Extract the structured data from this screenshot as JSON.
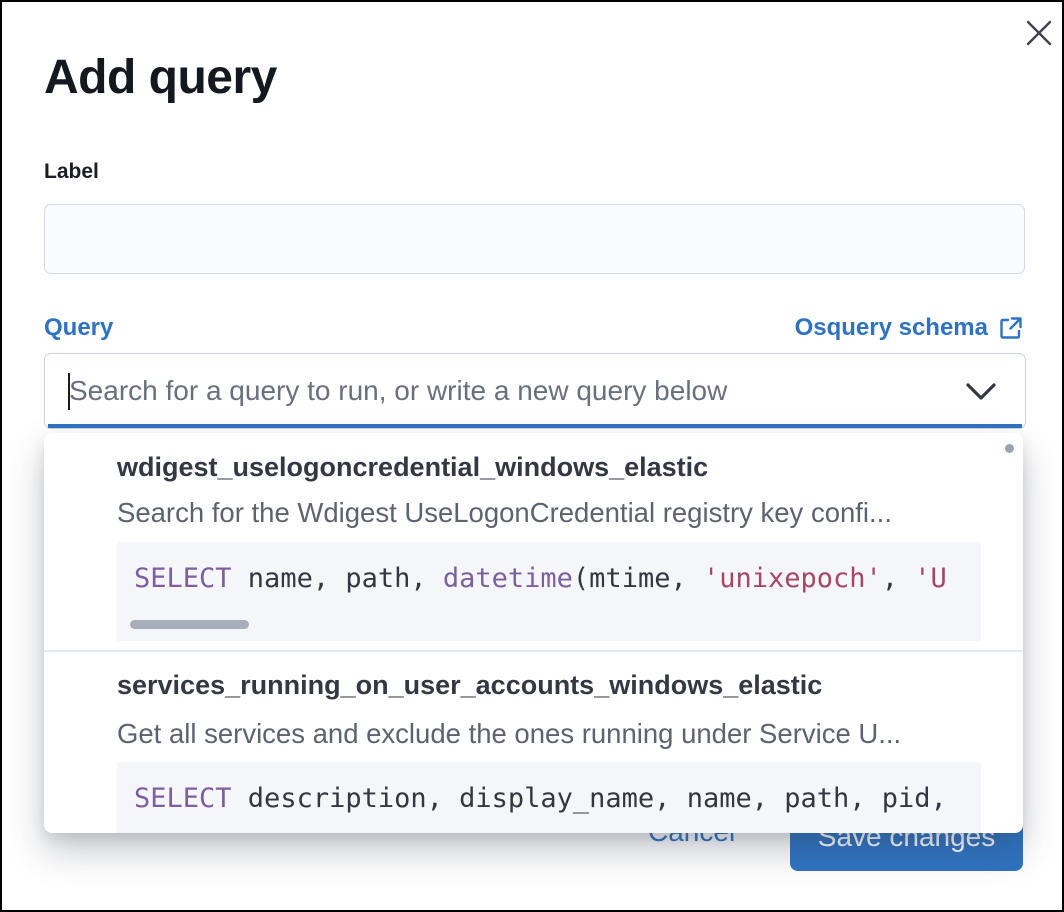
{
  "modal": {
    "title": "Add query",
    "fields": {
      "label": {
        "label": "Label",
        "value": ""
      },
      "query": {
        "label": "Query",
        "schema_link_text": "Osquery schema",
        "placeholder": "Search for a query to run, or write a new query below",
        "value": ""
      }
    },
    "dropdown": {
      "options": [
        {
          "title": "wdigest_uselogoncredential_windows_elastic",
          "description": "Search for the Wdigest UseLogonCredential registry key confi...",
          "code_tokens": [
            {
              "text": "SELECT",
              "type": "keyword"
            },
            {
              "text": " name, path, ",
              "type": "plain"
            },
            {
              "text": "datetime",
              "type": "keyword"
            },
            {
              "text": "(mtime, ",
              "type": "plain"
            },
            {
              "text": "'unixepoch'",
              "type": "string"
            },
            {
              "text": ", ",
              "type": "plain"
            },
            {
              "text": "'U",
              "type": "string"
            }
          ]
        },
        {
          "title": "services_running_on_user_accounts_windows_elastic",
          "description": "Get all services and exclude the ones running under Service U...",
          "code_tokens": [
            {
              "text": "SELECT",
              "type": "keyword"
            },
            {
              "text": " description, display_name, name, path, pid,",
              "type": "plain"
            }
          ]
        }
      ]
    },
    "footer": {
      "cancel_label": "Cancel",
      "save_label": "Save changes"
    },
    "icons": {
      "close": "✕",
      "chevron_down": "⌄",
      "external_link": "↗"
    },
    "colors": {
      "accent_blue": "#2f73c1",
      "code_keyword": "#7d5fa0",
      "code_string": "#a94662",
      "text_dark": "#343741",
      "text_subdued": "#5c6370",
      "code_background": "#f4f6fa"
    }
  }
}
